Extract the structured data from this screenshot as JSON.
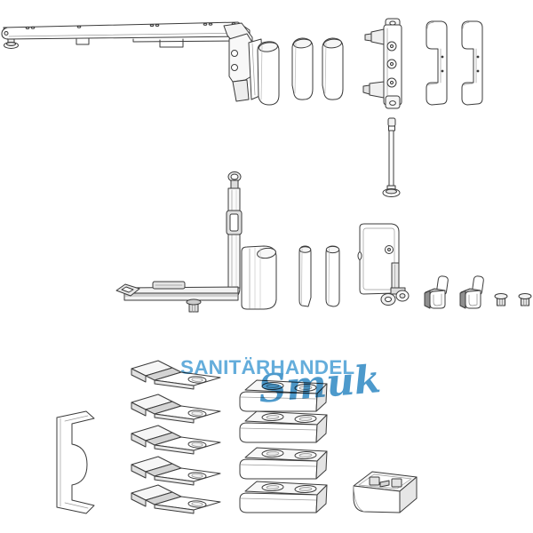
{
  "page": {
    "background": "#ffffff"
  },
  "watermark": {
    "line1": "SANITÄRHANDEL",
    "line2": "Smuk",
    "color_primary": "#57a6d8",
    "color_script": "#3e91c8"
  },
  "drawing": {
    "stroke": "#3b3b3b",
    "shade_light": "#ececec",
    "shade_mid": "#d4d4d4",
    "shade_dark": "#8f8f8f",
    "parts": [
      {
        "name": "stay-arm",
        "count": 1
      },
      {
        "name": "sash-hinge-with-cover",
        "count": 1
      },
      {
        "name": "cover-sleeve-top",
        "count": 2
      },
      {
        "name": "frame-hinge-plate",
        "count": 1
      },
      {
        "name": "hinge-cover-profile",
        "count": 2
      },
      {
        "name": "hinge-pin",
        "count": 1
      },
      {
        "name": "corner-drive",
        "count": 1
      },
      {
        "name": "corner-cover",
        "count": 1
      },
      {
        "name": "cover-sleeve-middle",
        "count": 2
      },
      {
        "name": "scissor-bearing",
        "count": 1
      },
      {
        "name": "retainer-clip",
        "count": 2
      },
      {
        "name": "cap-plug",
        "count": 2
      },
      {
        "name": "side-cover-profile",
        "count": 1
      },
      {
        "name": "connecting-plate",
        "count": 5
      },
      {
        "name": "cover-cap",
        "count": 4
      },
      {
        "name": "gear-cover-box",
        "count": 1
      }
    ]
  }
}
